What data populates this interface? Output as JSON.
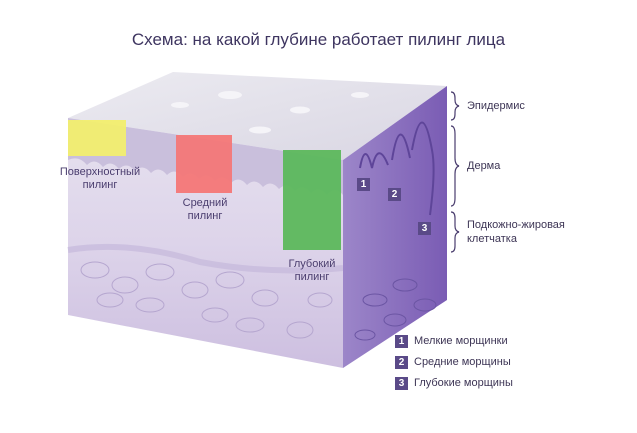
{
  "title": "Схема: на какой глубине работает пилинг лица",
  "layers": {
    "epidermis": "Эпидермис",
    "dermis": "Дерма",
    "subcutaneous": "Подкожно-жировая клетчатка"
  },
  "peels": {
    "surface": "Поверхностный пилинг",
    "medium": "Средний пилинг",
    "deep": "Глубокий пилинг"
  },
  "markers": [
    "1",
    "2",
    "3"
  ],
  "legend": [
    {
      "num": "1",
      "text": "Мелкие морщинки"
    },
    {
      "num": "2",
      "text": "Средние морщины"
    },
    {
      "num": "3",
      "text": "Глубокие морщины"
    }
  ],
  "colors": {
    "surface": "#f2ee6e",
    "medium": "#f47777",
    "deep": "#5cb85c",
    "badge": "#5a4a88",
    "side_face": "#8a6fc1"
  }
}
